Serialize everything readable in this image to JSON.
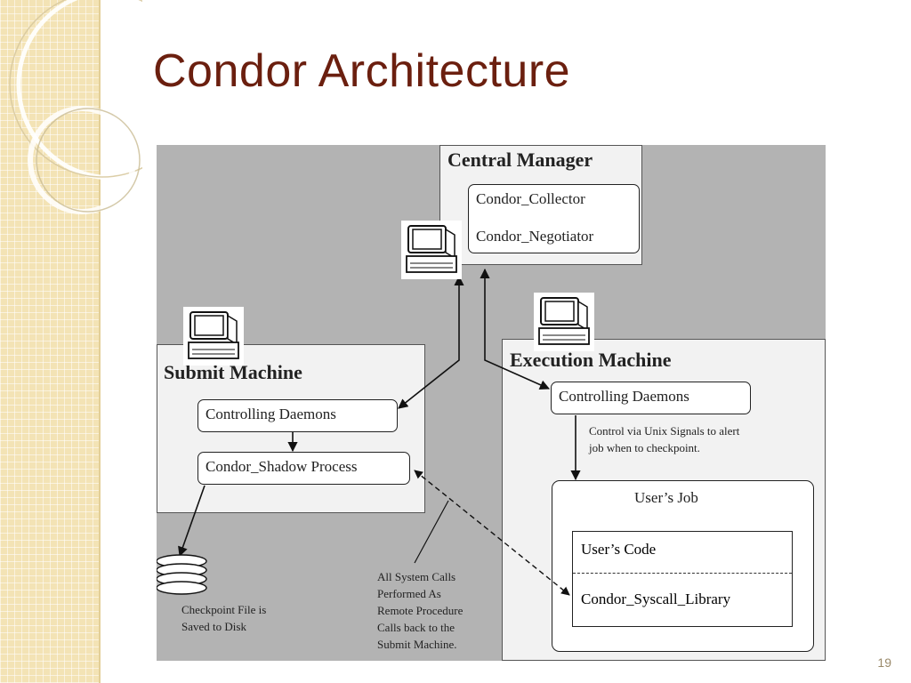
{
  "slide": {
    "title": "Condor Architecture",
    "page_number": "19"
  },
  "diagram": {
    "central_manager": {
      "heading": "Central Manager",
      "collector": "Condor_Collector",
      "negotiator": "Condor_Negotiator"
    },
    "submit_machine": {
      "heading": "Submit Machine",
      "daemons": "Controlling Daemons",
      "shadow": "Condor_Shadow Process"
    },
    "execution_machine": {
      "heading": "Execution Machine",
      "daemons": "Controlling Daemons",
      "signal_note": [
        "Control via Unix Signals to alert",
        "job when to checkpoint."
      ],
      "users_job": {
        "heading": "User’s Job",
        "code": "User’s Code",
        "syscall": "Condor_Syscall_Library"
      }
    },
    "checkpoint_note": [
      "Checkpoint File is",
      "Saved to Disk"
    ],
    "rpc_note": [
      "All System Calls",
      "Performed As",
      "Remote Procedure",
      "Calls back to the",
      "Submit Machine."
    ],
    "icons": [
      "computer-icon",
      "disk-icon",
      "arrow-icon"
    ]
  }
}
